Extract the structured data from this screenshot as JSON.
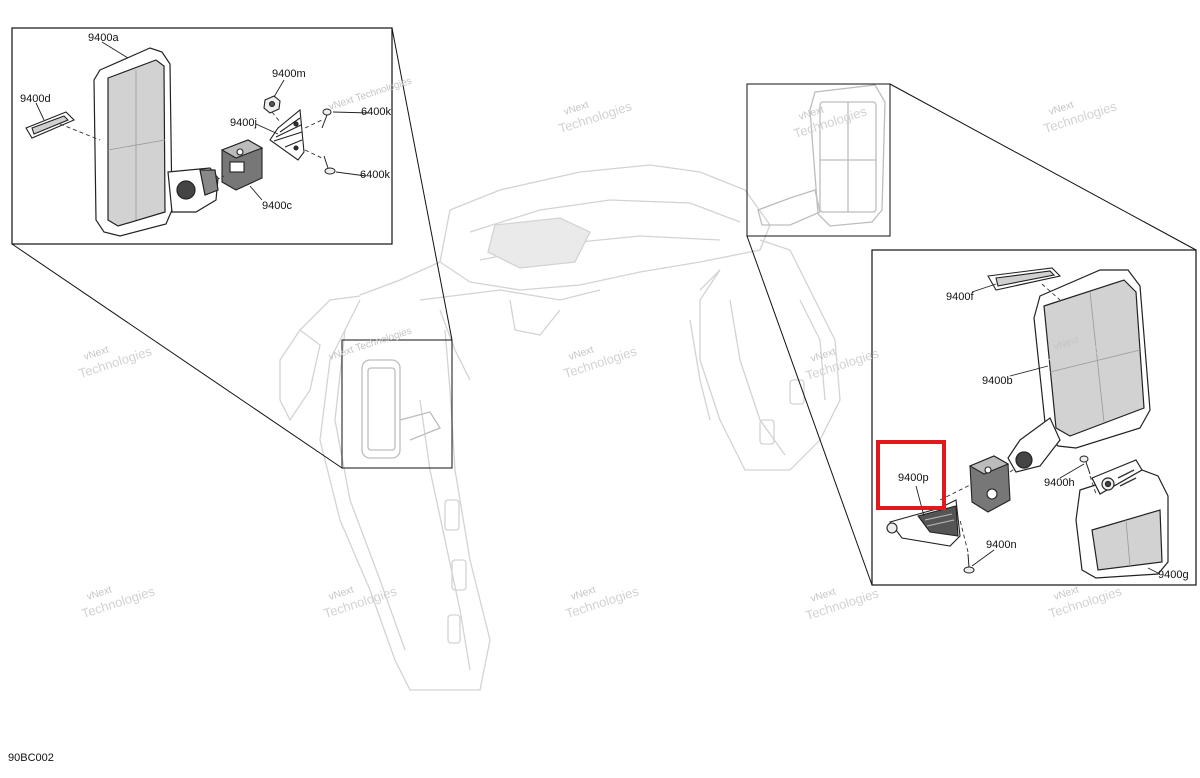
{
  "diagram_code": "90BC002",
  "watermark": {
    "line1": "vNext",
    "line2": "Technologies",
    "full": "vNext Technologies"
  },
  "highlight_color": "#e0191f",
  "left_inset": {
    "labels": {
      "mirror": "9400a",
      "cover": "9400d",
      "nut": "9400m",
      "bracket": "9400j",
      "clamp": "9400c",
      "screw_top": "6400k",
      "screw_bottom": "6400k"
    }
  },
  "right_inset": {
    "labels": {
      "cover": "9400f",
      "mirror": "9400b",
      "selected_part": "9400p",
      "screw": "9400h",
      "bolt": "9400n",
      "housing": "9400g"
    },
    "highlighted": "9400p"
  }
}
